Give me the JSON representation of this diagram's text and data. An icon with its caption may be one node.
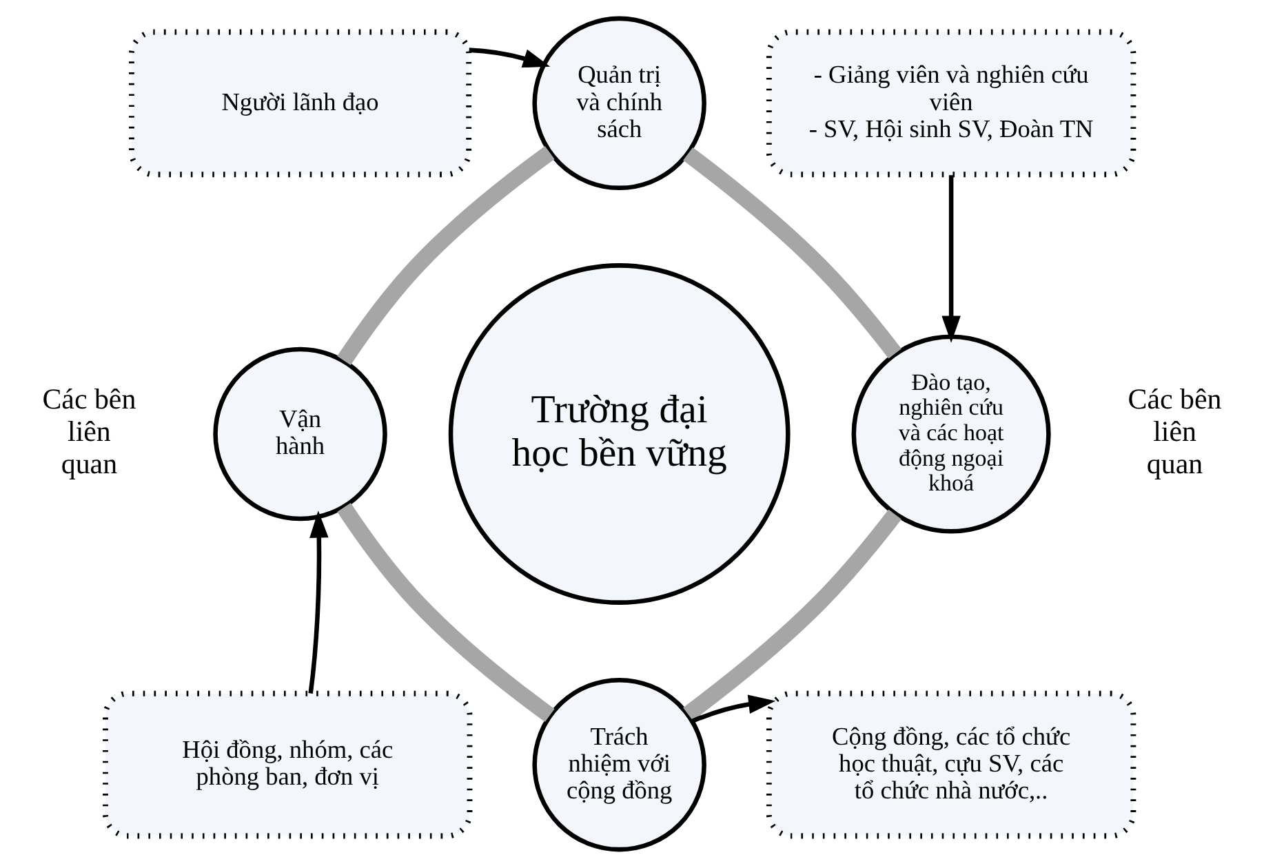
{
  "diagram": {
    "nodes": [
      {
        "text": [
          "Người lãnh đạo"
        ]
      },
      {
        "text": [
          "Quản trị và chính sách"
        ]
      },
      {
        "text": [
          "- Giảng viên và nghiên cứu viên",
          "- SV, Hội sinh SV, Đoàn TN"
        ]
      },
      {
        "text": [
          "Vận hành"
        ]
      },
      {
        "text": [
          "Trường đại học bền vững"
        ]
      },
      {
        "text": [
          "Đào tạo, nghiên cứu và các hoạt động ngoại khoá"
        ]
      },
      {
        "text": [
          "Trách nhiệm với cộng đồng"
        ]
      },
      {
        "text": [
          "Hội đồng, nhóm, các phòng ban, đơn vị"
        ]
      },
      {
        "text": [
          "Cộng đồng, các tổ chức học thuật, cựu SV, các tổ chức nhà nước,.."
        ]
      }
    ],
    "edges": [
      {
        "from": 0,
        "to": 1,
        "arrow": "to"
      },
      {
        "from": 2,
        "to": 5,
        "arrow": "to"
      },
      {
        "from": 7,
        "to": 3,
        "arrow": "to"
      },
      {
        "from": 6,
        "to": 8,
        "arrow": "to"
      },
      {
        "from": 1,
        "to": 5,
        "arrow": "none",
        "style": "thick",
        "color": "#a6a6a6"
      },
      {
        "from": 5,
        "to": 6,
        "arrow": "none",
        "style": "thick",
        "color": "#a6a6a6"
      },
      {
        "from": 6,
        "to": 3,
        "arrow": "none",
        "style": "thick",
        "color": "#a6a6a6"
      },
      {
        "from": 3,
        "to": 1,
        "arrow": "none",
        "style": "thick",
        "color": "#a6a6a6"
      }
    ],
    "labels": [
      "Các bên liên quan",
      "Các bên liên quan"
    ]
  }
}
